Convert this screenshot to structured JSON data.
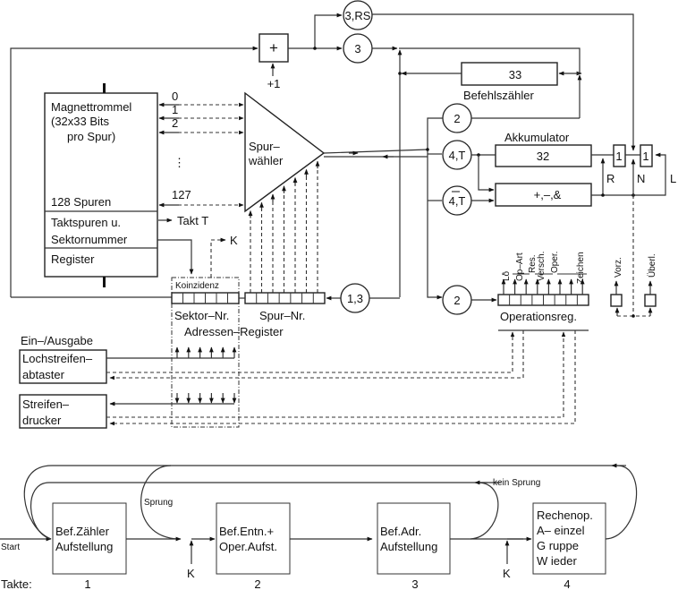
{
  "drum": {
    "title_line1": "Magnettrommel",
    "title_line2": "(32x33 Bits",
    "title_line3": "pro Spur)",
    "tracks": "128 Spuren",
    "clock_line1": "Taktspuren u.",
    "clock_line2": "Sektornummer",
    "register": "Register"
  },
  "track_lines": [
    "0",
    "1",
    "2",
    "⋮",
    "127"
  ],
  "takt_label": "Takt T",
  "k_label": "K",
  "plus_one": "+1",
  "adder_symbol": "+",
  "selector": {
    "line1": "Spur–",
    "line2": "wähler"
  },
  "circles": {
    "c3rs": "3,RS",
    "c3": "3",
    "c2_top": "2",
    "c4t": "4,T",
    "c4tbar": "4,T",
    "c2_bottom": "2",
    "c13": "1,3"
  },
  "befehlszaehler": {
    "value": "33",
    "label": "Befehlszähler"
  },
  "akkumulator": {
    "label": "Akkumulator",
    "value": "32"
  },
  "alu": {
    "ops": "+,–,&"
  },
  "flipflops": {
    "r_value": "1",
    "n_value": "1",
    "r_label": "R",
    "n_label": "N",
    "l_label": "L"
  },
  "address_register": {
    "koinzidenz": "Koinzidenz",
    "sector": "Sektor–Nr.",
    "track": "Spur–Nr.",
    "label": "Adressen–Register"
  },
  "op_register": {
    "label": "Operationsreg.",
    "fields": [
      "Lö",
      "Op–Art",
      "Res.",
      "Versch.",
      "Oper.",
      "Zeichen"
    ]
  },
  "status_bits": {
    "vorz": "Vorz.",
    "uberl": "Überl."
  },
  "io": {
    "heading": "Ein–/Ausgabe",
    "reader_line1": "Lochstreifen–",
    "reader_line2": "abtaster",
    "printer_line1": "Streifen–",
    "printer_line2": "drucker"
  },
  "flow": {
    "start": "Start",
    "sprung": "Sprung",
    "kein_sprung": "kein Sprung",
    "k1": "K",
    "k2": "K",
    "takte_label": "Takte:",
    "steps": [
      {
        "line1": "Bef.Zähler",
        "line2": "Aufstellung",
        "takt": "1"
      },
      {
        "line1": "Bef.Entn.+",
        "line2": "Oper.Aufst.",
        "takt": "2"
      },
      {
        "line1": "Bef.Adr.",
        "line2": "Aufstellung",
        "takt": "3"
      },
      {
        "line1": "Rechenop.",
        "line2": "A– einzel",
        "line3": "G ruppe",
        "line4": "W ieder",
        "takt": "4"
      }
    ]
  }
}
